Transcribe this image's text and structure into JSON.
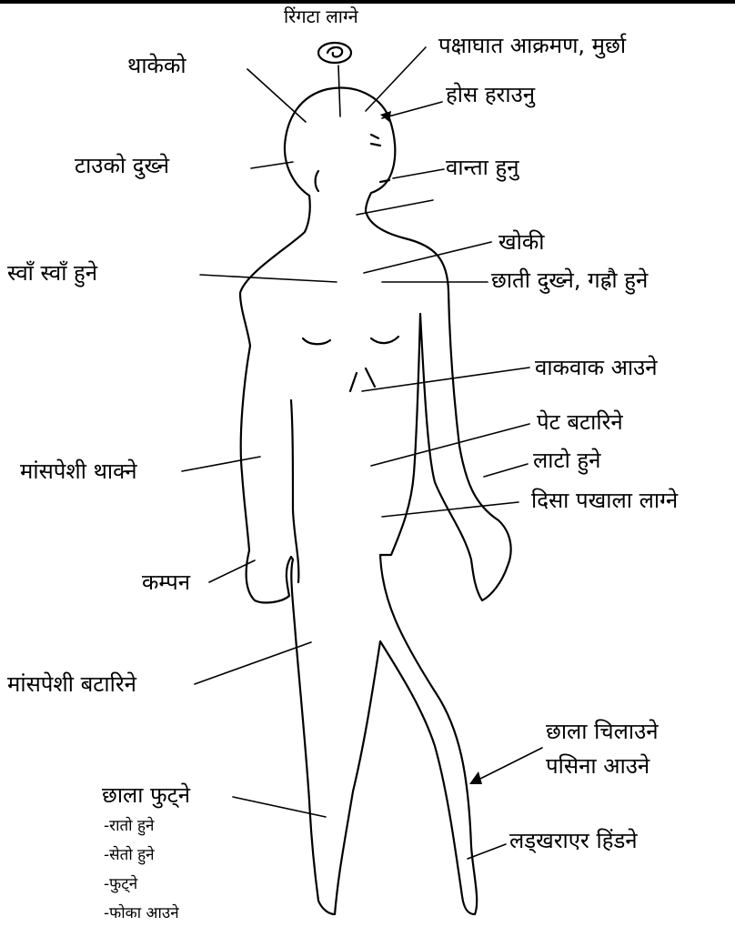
{
  "labels": {
    "dizziness": "रिंगटा लाग्ने",
    "tired": "थाकेको",
    "paralysis_fainting": "पक्षाघात आक्रमण, मुर्छा",
    "loss_of_consciousness": "होस हराउनु",
    "headache": "टाउको दुख्ने",
    "vomiting": "वान्ता हुनु",
    "cough": "खोकी",
    "wheezing": "स्वाँ स्वाँ हुने",
    "chest_pain": "छाती दुख्ने, गह्रौ हुने",
    "nausea": "वाकवाक आउने",
    "stomach_cramps": "पेट बटारिने",
    "muscle_fatigue": "मांसपेशी थाक्ने",
    "numbness": "लाटो हुने",
    "diarrhea": "दिसा पखाला लाग्ने",
    "tremor": "कम्पन",
    "muscle_cramps": "मांसपेशी बटारिने",
    "skin_itching": "छाला चिलाउने",
    "sweating": "पसिना आउने",
    "skin_rash": "छाला फुट्ने",
    "staggering": "लड्खराएर हिंडने"
  },
  "skin_rash_items": [
    "-रातो हुने",
    "-सेतो हुने",
    "-फुट्ने",
    "-फोका आउने"
  ]
}
